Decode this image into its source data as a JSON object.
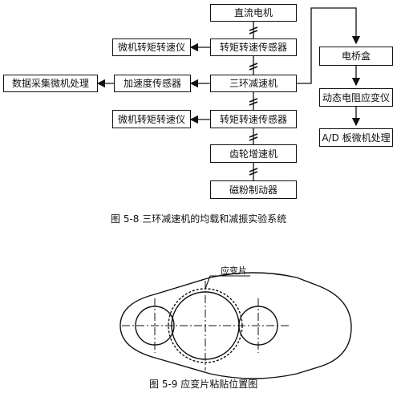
{
  "figure1": {
    "center_chain": [
      "直流电机",
      "转矩转速传感器",
      "三环减速机",
      "转矩转速传感器",
      "齿轮增速机",
      "磁粉制动器"
    ],
    "left_top": "微机转矩转速仪",
    "left_mid_accel": "加速度传感器",
    "left_mid_data": "数据采集微机处理",
    "left_bottom": "微机转矩转速仪",
    "right_chain": [
      "电桥盒",
      "动态电阻应变仪",
      "A/D 板微机处理"
    ],
    "caption": "图 5-8  三环减速机的均载和减振实验系统"
  },
  "figure2": {
    "strain_label": "应变片",
    "caption": "图 5-9  应变片粘贴位置图"
  }
}
